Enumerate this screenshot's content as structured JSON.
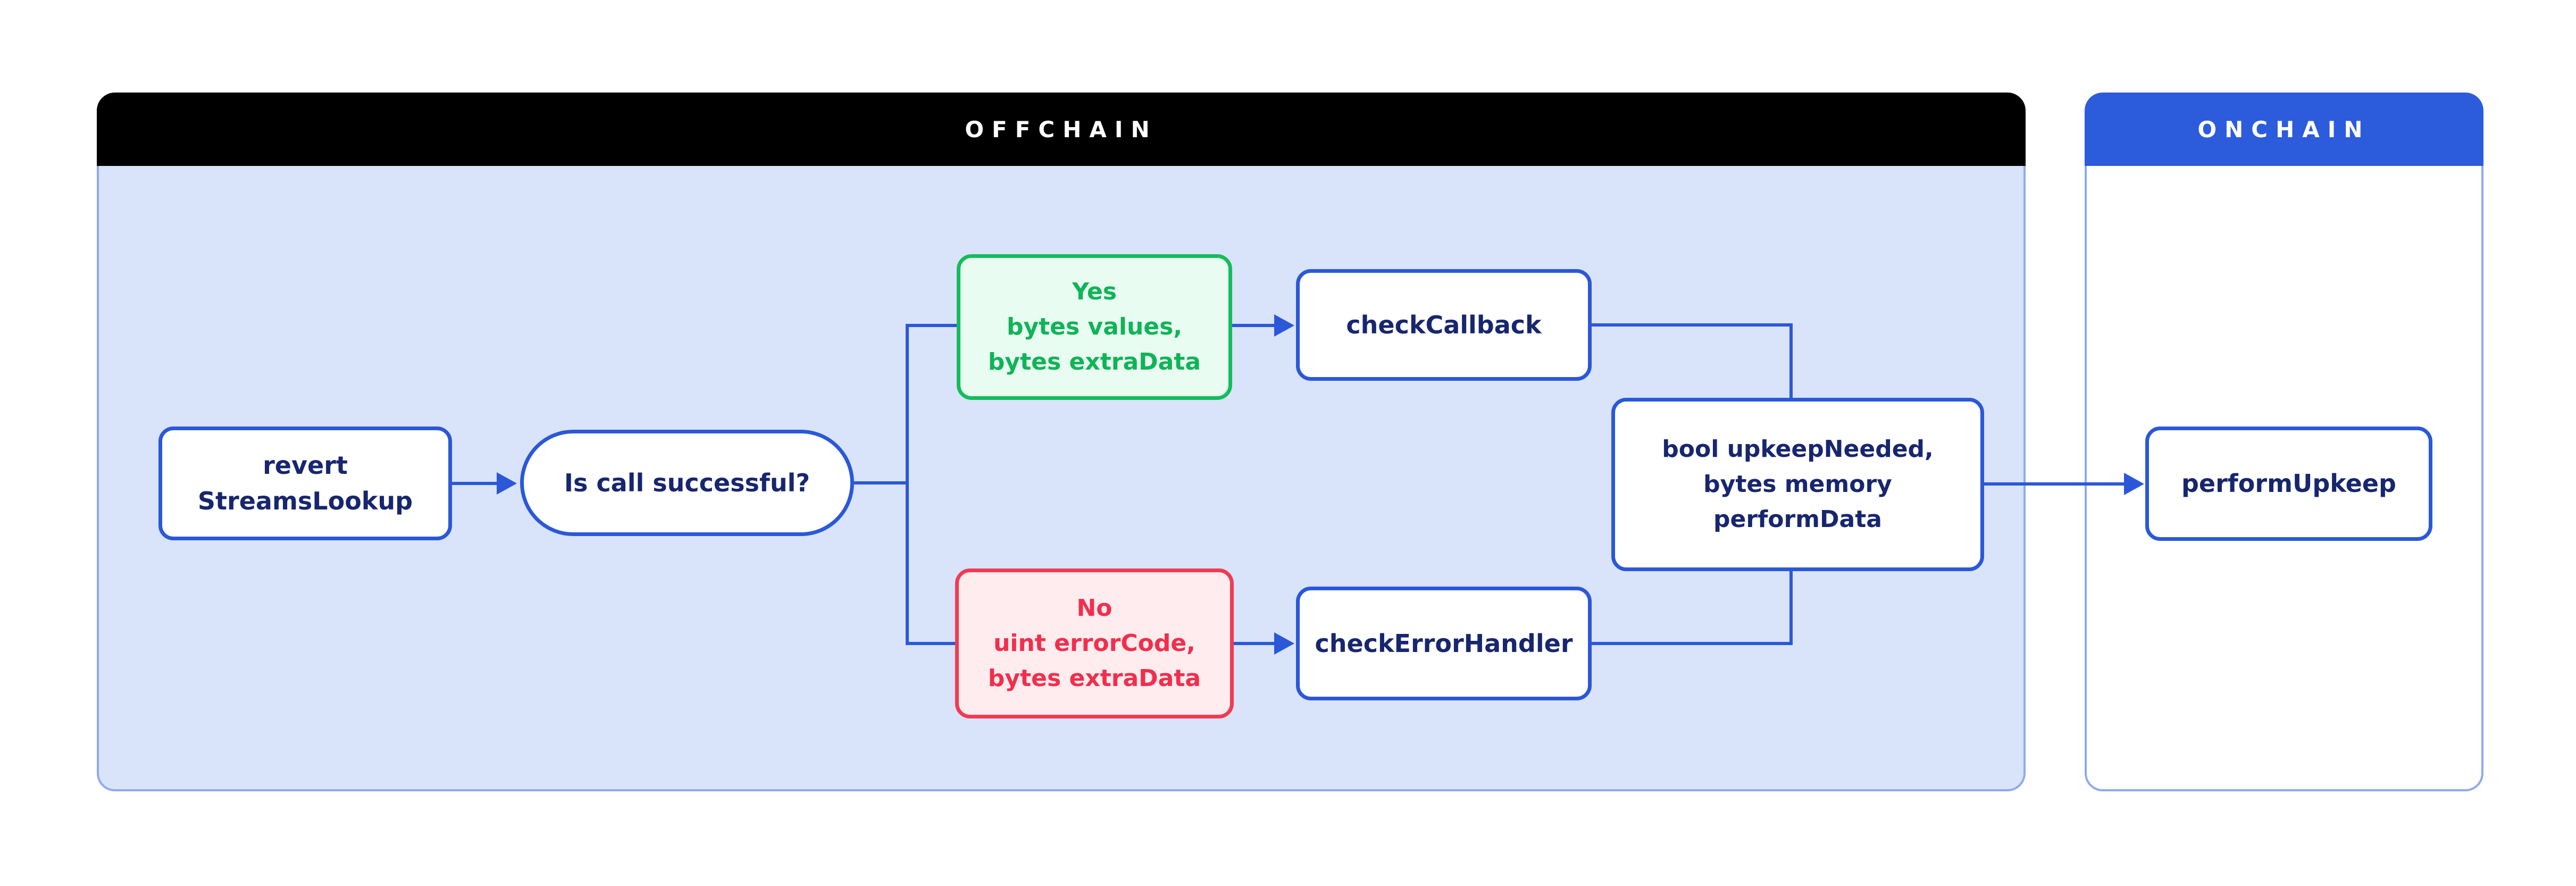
{
  "diagram": {
    "offchain": {
      "title": "OFFCHAIN"
    },
    "onchain": {
      "title": "ONCHAIN"
    },
    "nodes": {
      "revert_streams_lookup": {
        "lines": [
          "revert",
          "StreamsLookup"
        ]
      },
      "is_call_successful": {
        "label": "Is call successful?"
      },
      "yes_branch": {
        "lines": [
          "Yes",
          "bytes values,",
          "bytes extraData"
        ]
      },
      "check_callback": {
        "label": "checkCallback"
      },
      "no_branch": {
        "lines": [
          "No",
          "uint errorCode,",
          "bytes extraData"
        ]
      },
      "check_error_handler": {
        "label": "checkErrorHandler"
      },
      "upkeep_result": {
        "lines": [
          "bool upkeepNeeded,",
          "bytes memory",
          "performData"
        ]
      },
      "perform_upkeep": {
        "label": "performUpkeep"
      }
    },
    "colors": {
      "offchain_header_bg": "#000000",
      "onchain_header_bg": "#2C5CDC",
      "panel_fill": "#D9E3F9",
      "panel_border": "#90A9EC",
      "line_blue": "#2A58D8",
      "navy_text": "#17266E",
      "green_border": "#14BD5C",
      "green_text": "#0FB457",
      "green_fill": "#E9FCF1",
      "red_border": "#F23A53",
      "red_text": "#F22E4C",
      "red_fill": "#FEECEE"
    }
  }
}
